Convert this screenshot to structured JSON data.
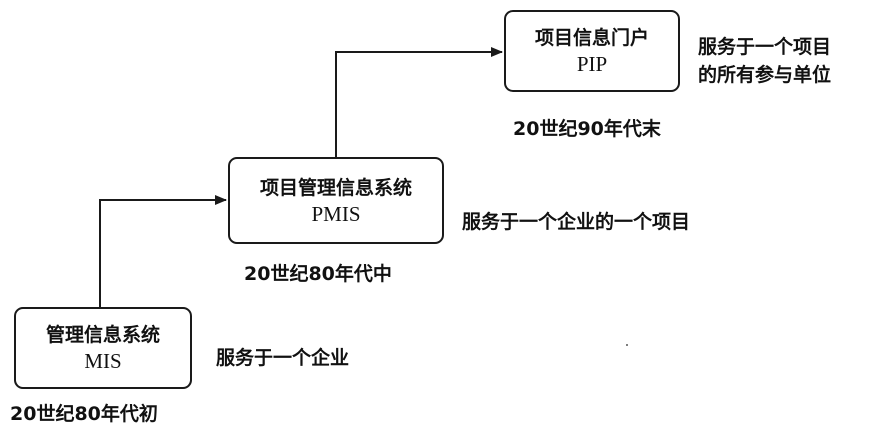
{
  "nodes": [
    {
      "id": "mis",
      "title": "管理信息系统",
      "abbr": "MIS",
      "era": "20世纪80年代初",
      "description": [
        "服务于一个企业"
      ]
    },
    {
      "id": "pmis",
      "title": "项目管理信息系统",
      "abbr": "PMIS",
      "era": "20世纪80年代中",
      "description": [
        "服务于一个企业的一个项目"
      ]
    },
    {
      "id": "pip",
      "title": "项目信息门户",
      "abbr": "PIP",
      "era": "20世纪90年代末",
      "description": [
        "服务于一个项目",
        "的所有参与单位"
      ]
    }
  ],
  "edges": [
    {
      "from": "mis",
      "to": "pmis"
    },
    {
      "from": "pmis",
      "to": "pip"
    }
  ],
  "colors": {
    "line": "#1a1a1a",
    "text": "#111111",
    "background": "#ffffff"
  }
}
